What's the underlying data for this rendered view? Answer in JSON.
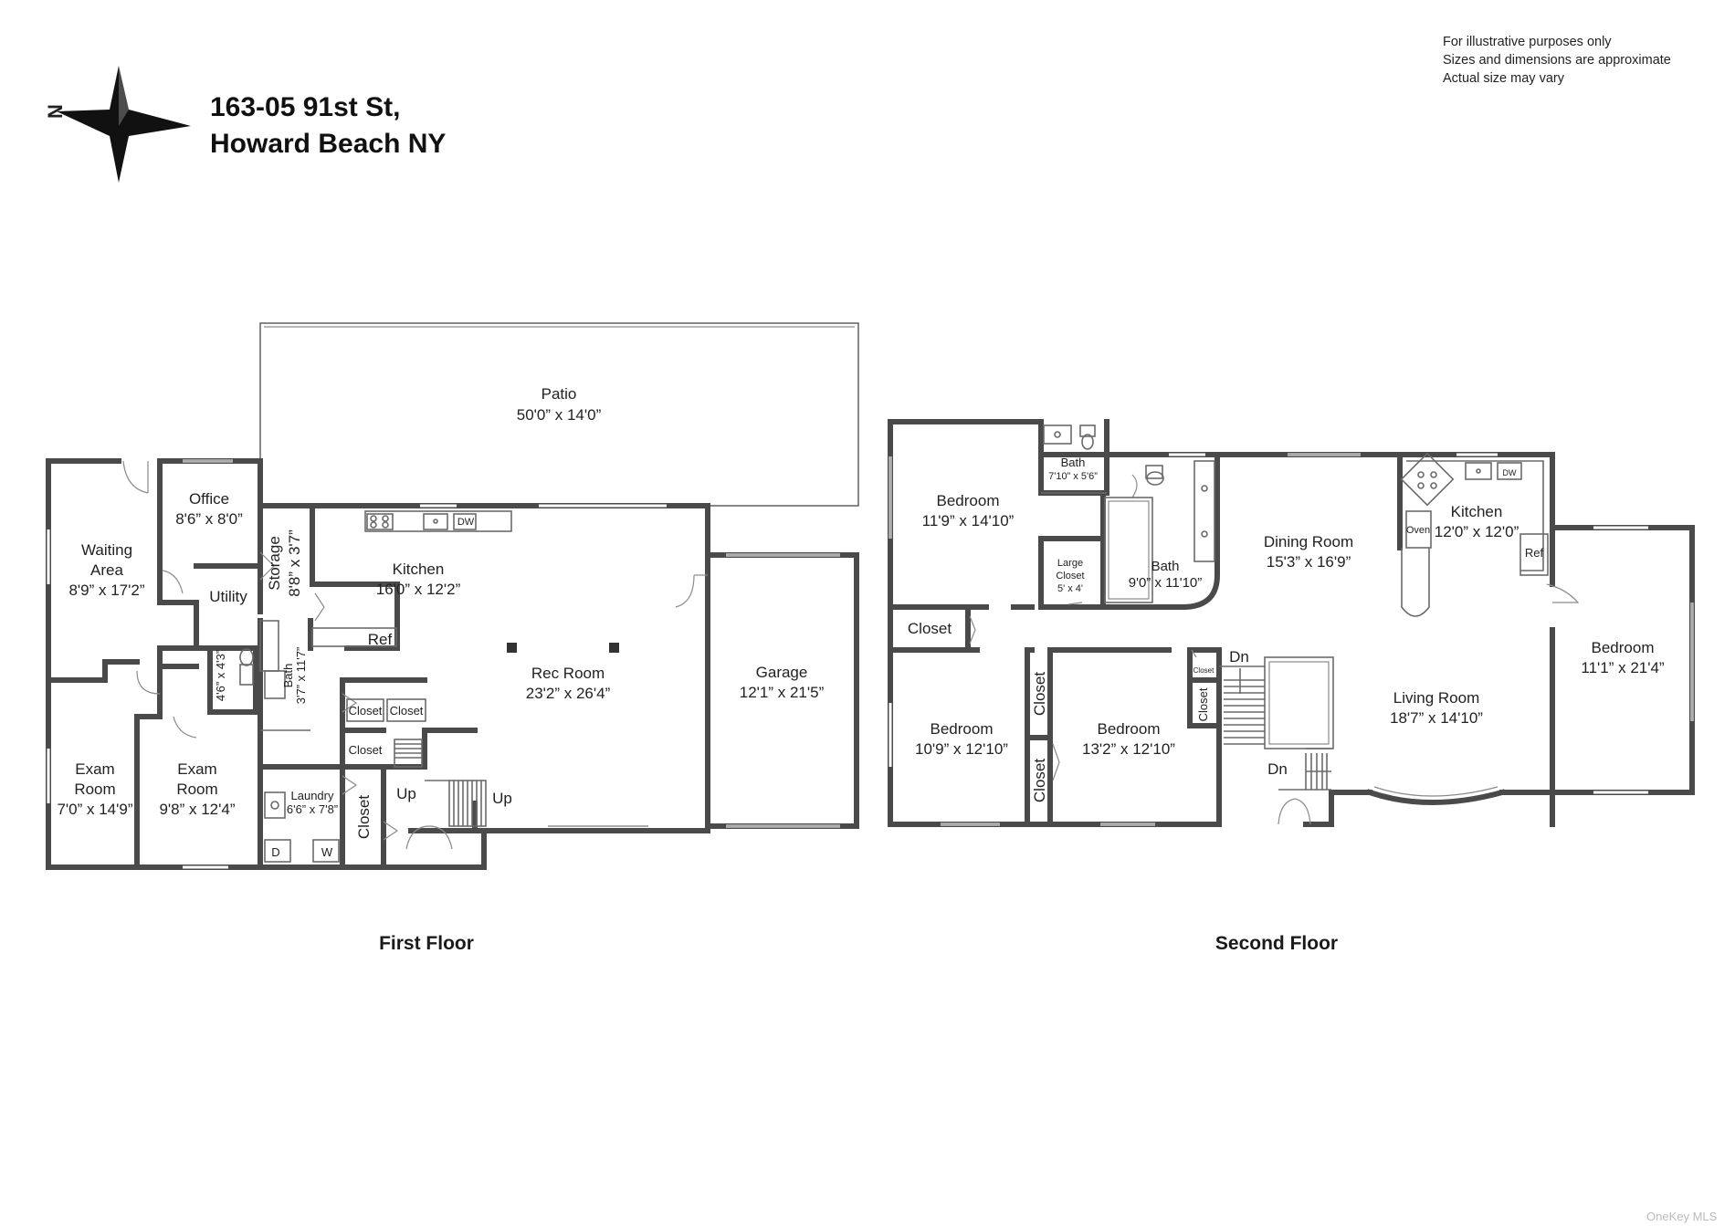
{
  "address": {
    "line1": "163-05 91st St,",
    "line2": "Howard Beach NY"
  },
  "compass": {
    "north_label": "N"
  },
  "disclaimer": [
    "For illustrative purposes only",
    "Sizes and dimensions are approximate",
    "Actual size may vary"
  ],
  "watermark": "OneKey MLS",
  "first_floor": {
    "title": "First Floor",
    "patio": {
      "name": "Patio",
      "size": "50'0” x 14'0”"
    },
    "waiting": {
      "name1": "Waiting",
      "name2": "Area",
      "size": "8'9” x 17'2”"
    },
    "office": {
      "name": "Office",
      "size": "8'6” x 8'0”"
    },
    "utility": {
      "name": "Utility"
    },
    "storage": {
      "name": "Storage",
      "size": "8'8” x 3'7”"
    },
    "kitchen": {
      "name": "Kitchen",
      "size": "16'0” x 12'2”",
      "ref": "Ref",
      "dw": "DW"
    },
    "rec_room": {
      "name": "Rec Room",
      "size": "23'2” x 26'4”"
    },
    "garage": {
      "name": "Garage",
      "size": "12'1” x 21'5”"
    },
    "hall_dim": "4'6” x 4'3”",
    "bath": {
      "name": "Bath",
      "size": "3'7” x 11'7”"
    },
    "closet1": "Closet",
    "closet2": "Closet",
    "closet3": "Closet",
    "closet4": "Closet",
    "exam1": {
      "name1": "Exam",
      "name2": "Room",
      "size": "7'0” x 14'9”"
    },
    "exam2": {
      "name1": "Exam",
      "name2": "Room",
      "size": "9'8” x 12'4”"
    },
    "laundry": {
      "name": "Laundry",
      "size": "6'6” x 7'8”",
      "dryer": "D",
      "washer": "W"
    },
    "up1": "Up",
    "up2": "Up"
  },
  "second_floor": {
    "title": "Second Floor",
    "bedroom_nw": {
      "name": "Bedroom",
      "size": "11'9” x 14'10”"
    },
    "bath_small": {
      "name": "Bath",
      "size": "7'10” x 5'6”"
    },
    "large_closet": {
      "name1": "Large",
      "name2": "Closet",
      "size": "5' x 4'"
    },
    "bath_main": {
      "name": "Bath",
      "size": "9'0” x 11'10”"
    },
    "dining": {
      "name": "Dining Room",
      "size": "15'3” x 16'9”"
    },
    "kitchen": {
      "name": "Kitchen",
      "size": "12'0” x 12'0”",
      "oven": "Oven",
      "ref": "Ref",
      "dw": "DW"
    },
    "bedroom_e": {
      "name": "Bedroom",
      "size": "11'1” x 21'4”"
    },
    "closet_w": "Closet",
    "bedroom_sw": {
      "name": "Bedroom",
      "size": "10'9” x 12'10”"
    },
    "closet_v1": "Closet",
    "closet_v2": "Closet",
    "bedroom_s": {
      "name": "Bedroom",
      "size": "13'2” x 12'10”"
    },
    "closet_small1": "Closet",
    "closet_small2": "Closet",
    "living": {
      "name": "Living Room",
      "size": "18'7” x 14'10”"
    },
    "dn1": "Dn",
    "dn2": "Dn"
  }
}
